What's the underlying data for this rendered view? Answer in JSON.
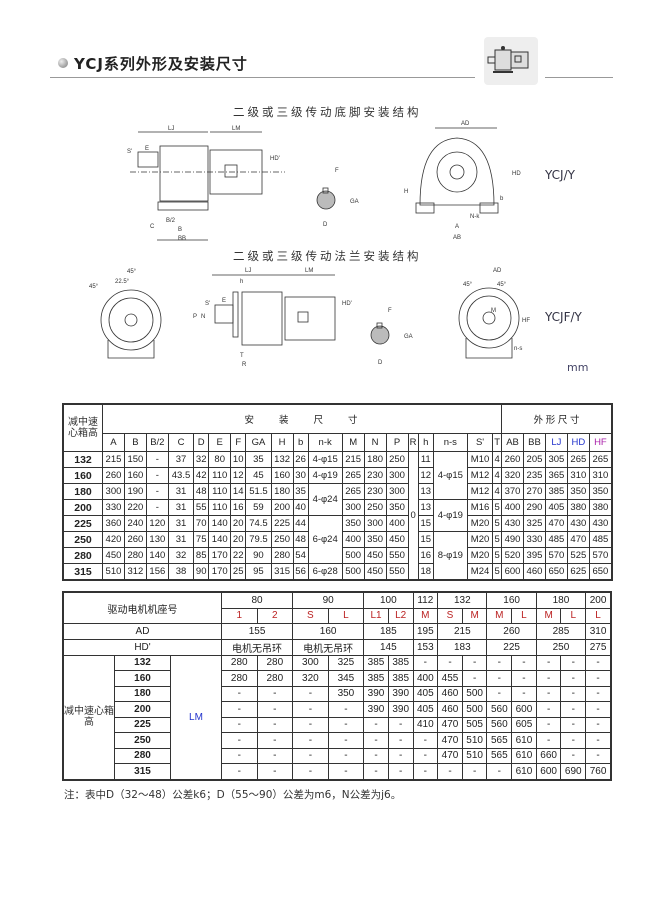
{
  "header": {
    "title": "YCJ系列外形及安装尺寸"
  },
  "drawings": {
    "foot_title": "二级或三级传动底脚安装结构",
    "flange_title": "二级或三级传动法兰安装结构",
    "foot_model": "YCJ/Y",
    "flange_model": "YCJF/Y",
    "unit": "mm",
    "labels": {
      "LJ": "LJ",
      "LM": "LM",
      "HD_prime": "HD'",
      "S_prime": "S'",
      "E": "E",
      "F": "F",
      "GA": "GA",
      "D": "D",
      "C": "C",
      "B2": "B/2",
      "B": "B",
      "BB": "BB",
      "AD": "AD",
      "H": "H",
      "HD": "HD",
      "b": "b",
      "nk": "N-k",
      "A": "A",
      "AB": "AB",
      "angle45": "45°",
      "angle225": "22.5°",
      "h": "h",
      "P": "P",
      "N": "N",
      "T": "T",
      "R": "R",
      "M": "M",
      "HF": "HF",
      "ns": "n-s"
    }
  },
  "table1": {
    "corner": "减中速心箱高",
    "install_header": "安　　装　　尺　　寸",
    "outline_header": "外 形 尺 寸",
    "columns": [
      "A",
      "B",
      "B/2",
      "C",
      "D",
      "E",
      "F",
      "GA",
      "H",
      "b",
      "n-k",
      "M",
      "N",
      "P",
      "R",
      "h",
      "n-s",
      "S'",
      "T",
      "AB",
      "BB",
      "LJ",
      "HD",
      "HF"
    ],
    "rows": [
      {
        "frame": "132",
        "cells": [
          "215",
          "150",
          "-",
          "37",
          "32",
          "80",
          "10",
          "35",
          "132",
          "26",
          "4-φ15",
          "215",
          "180",
          "250",
          "0",
          "11",
          "4-φ15",
          "M10",
          "4",
          "260",
          "205",
          "305",
          "265",
          "265"
        ]
      },
      {
        "frame": "160",
        "cells": [
          "260",
          "160",
          "-",
          "43.5",
          "42",
          "110",
          "12",
          "45",
          "160",
          "30",
          "4-φ19",
          "265",
          "230",
          "300",
          null,
          "12",
          null,
          "M12",
          "4",
          "320",
          "235",
          "365",
          "310",
          "310"
        ]
      },
      {
        "frame": "180",
        "cells": [
          "300",
          "190",
          "-",
          "31",
          "48",
          "110",
          "14",
          "51.5",
          "180",
          "35",
          "4-φ24",
          "265",
          "230",
          "300",
          null,
          "13",
          null,
          "M12",
          "4",
          "370",
          "270",
          "385",
          "350",
          "350"
        ]
      },
      {
        "frame": "200",
        "cells": [
          "330",
          "220",
          "-",
          "31",
          "55",
          "110",
          "16",
          "59",
          "200",
          "40",
          null,
          "300",
          "250",
          "350",
          null,
          "13",
          "4-φ19",
          "M16",
          "5",
          "400",
          "290",
          "405",
          "380",
          "380"
        ]
      },
      {
        "frame": "225",
        "cells": [
          "360",
          "240",
          "120",
          "31",
          "70",
          "140",
          "20",
          "74.5",
          "225",
          "44",
          "6-φ24",
          "350",
          "300",
          "400",
          null,
          "15",
          null,
          "M20",
          "5",
          "430",
          "325",
          "470",
          "430",
          "430"
        ]
      },
      {
        "frame": "250",
        "cells": [
          "420",
          "260",
          "130",
          "31",
          "75",
          "140",
          "20",
          "79.5",
          "250",
          "48",
          null,
          "400",
          "350",
          "450",
          null,
          "15",
          "8-φ19",
          "M20",
          "5",
          "490",
          "330",
          "485",
          "470",
          "485"
        ]
      },
      {
        "frame": "280",
        "cells": [
          "450",
          "280",
          "140",
          "32",
          "85",
          "170",
          "22",
          "90",
          "280",
          "54",
          null,
          "500",
          "450",
          "550",
          null,
          "16",
          null,
          "M20",
          "5",
          "520",
          "395",
          "570",
          "525",
          "570"
        ]
      },
      {
        "frame": "315",
        "cells": [
          "510",
          "312",
          "156",
          "38",
          "90",
          "170",
          "25",
          "95",
          "315",
          "56",
          "6-φ28",
          "500",
          "450",
          "550",
          null,
          "18",
          null,
          "M24",
          "5",
          "600",
          "460",
          "650",
          "625",
          "650"
        ]
      }
    ]
  },
  "table2": {
    "motor_frame_label": "驱动电机机座号",
    "frames": [
      {
        "v": "80",
        "span": 2
      },
      {
        "v": "90",
        "span": 2
      },
      {
        "v": "100",
        "span": 2
      },
      {
        "v": "112",
        "span": 1
      },
      {
        "v": "132",
        "span": 2
      },
      {
        "v": "160",
        "span": 2
      },
      {
        "v": "180",
        "span": 2
      },
      {
        "v": "200",
        "span": 1
      }
    ],
    "subtypes": [
      "1",
      "2",
      "S",
      "L",
      "L1",
      "L2",
      "M",
      "S",
      "M",
      "M",
      "L",
      "M",
      "L",
      "L"
    ],
    "ad_label": "AD",
    "ad": [
      {
        "v": "155",
        "span": 2
      },
      {
        "v": "160",
        "span": 2
      },
      {
        "v": "185",
        "span": 2
      },
      {
        "v": "195",
        "span": 1
      },
      {
        "v": "215",
        "span": 2
      },
      {
        "v": "260",
        "span": 2
      },
      {
        "v": "285",
        "span": 2
      },
      {
        "v": "310",
        "span": 1
      }
    ],
    "hd_label": "HD'",
    "hd": [
      {
        "v": "电机无吊环",
        "span": 2
      },
      {
        "v": "电机无吊环",
        "span": 2
      },
      {
        "v": "145",
        "span": 2
      },
      {
        "v": "153",
        "span": 1
      },
      {
        "v": "183",
        "span": 2
      },
      {
        "v": "225",
        "span": 2
      },
      {
        "v": "250",
        "span": 2
      },
      {
        "v": "275",
        "span": 1
      }
    ],
    "side_label": "减中速心箱高",
    "lm_label": "LM",
    "rows": [
      {
        "frame": "132",
        "values": [
          "280",
          "280",
          "300",
          "325",
          "385",
          "385",
          "-",
          "-",
          "-",
          "-",
          "-",
          "-",
          "-",
          "-"
        ]
      },
      {
        "frame": "160",
        "values": [
          "280",
          "280",
          "320",
          "345",
          "385",
          "385",
          "400",
          "455",
          "-",
          "-",
          "-",
          "-",
          "-",
          "-"
        ]
      },
      {
        "frame": "180",
        "values": [
          "-",
          "-",
          "-",
          "350",
          "390",
          "390",
          "405",
          "460",
          "500",
          "-",
          "-",
          "-",
          "-",
          "-"
        ]
      },
      {
        "frame": "200",
        "values": [
          "-",
          "-",
          "-",
          "-",
          "390",
          "390",
          "405",
          "460",
          "500",
          "560",
          "600",
          "-",
          "-",
          "-"
        ]
      },
      {
        "frame": "225",
        "values": [
          "-",
          "-",
          "-",
          "-",
          "-",
          "-",
          "410",
          "470",
          "505",
          "560",
          "605",
          "-",
          "-",
          "-"
        ]
      },
      {
        "frame": "250",
        "values": [
          "-",
          "-",
          "-",
          "-",
          "-",
          "-",
          "-",
          "470",
          "510",
          "565",
          "610",
          "-",
          "-",
          "-"
        ]
      },
      {
        "frame": "280",
        "values": [
          "-",
          "-",
          "-",
          "-",
          "-",
          "-",
          "-",
          "470",
          "510",
          "565",
          "610",
          "660",
          "-",
          "-"
        ]
      },
      {
        "frame": "315",
        "values": [
          "-",
          "-",
          "-",
          "-",
          "-",
          "-",
          "-",
          "-",
          "-",
          "-",
          "610",
          "600",
          "690",
          "760"
        ]
      }
    ]
  },
  "note": "注：表中D（32～48）公差k6；D（55～90）公差为m6，N公差为j6。"
}
